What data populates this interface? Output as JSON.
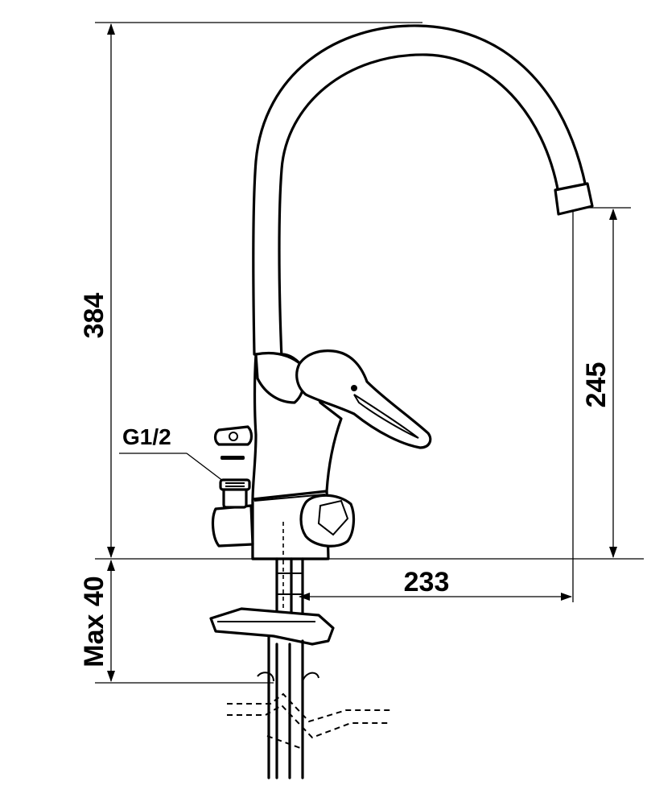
{
  "dimensions": {
    "total_height": "384",
    "spout_height": "245",
    "spout_reach": "233",
    "max_deck_thickness": "Max 40"
  },
  "connection": {
    "thread_label": "G1/2"
  }
}
